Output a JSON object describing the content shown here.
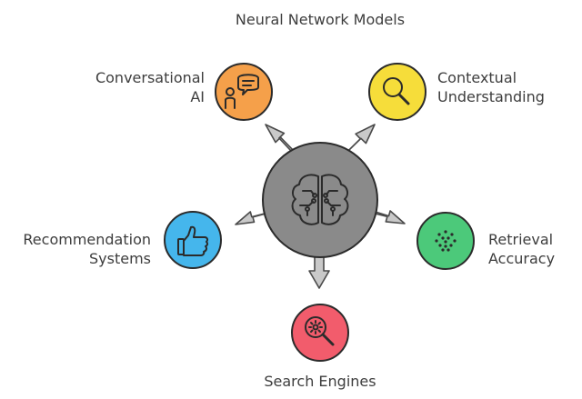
{
  "title": "Neural Network Models",
  "center": {
    "icon": "brain-icon",
    "color": "#8a8a8a"
  },
  "nodes": [
    {
      "id": "conversational-ai",
      "label_lines": [
        "Conversational",
        "AI"
      ],
      "color": "#f5a04a",
      "icon": "person-chat-icon"
    },
    {
      "id": "contextual-understanding",
      "label_lines": [
        "Contextual",
        "Understanding"
      ],
      "color": "#f6dd3a",
      "icon": "magnifier-icon"
    },
    {
      "id": "recommendation-systems",
      "label_lines": [
        "Recommendation",
        "Systems"
      ],
      "color": "#45b6ec",
      "icon": "thumbs-up-icon"
    },
    {
      "id": "retrieval-accuracy",
      "label_lines": [
        "Retrieval",
        "Accuracy"
      ],
      "color": "#4cc97a",
      "icon": "dotted-target-icon"
    },
    {
      "id": "search-engines",
      "label_lines": [
        "Search Engines"
      ],
      "color": "#f25c6c",
      "icon": "gear-search-icon"
    }
  ]
}
